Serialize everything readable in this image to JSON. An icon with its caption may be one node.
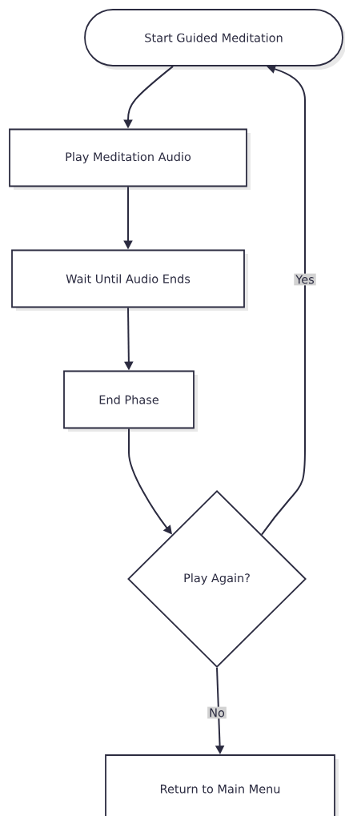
{
  "diagram": {
    "nodes": [
      {
        "text": [
          "Start Guided Meditation"
        ]
      },
      {
        "text": [
          "Play Meditation Audio"
        ]
      },
      {
        "text": [
          "Wait Until Audio Ends"
        ]
      },
      {
        "text": [
          "End Phase"
        ]
      },
      {
        "text": [
          "Play Again?"
        ]
      },
      {
        "text": [
          "Return to Main Menu"
        ]
      }
    ],
    "edges": [
      {
        "from": 0,
        "to": 1,
        "arrow": "to"
      },
      {
        "from": 1,
        "to": 2,
        "arrow": "to"
      },
      {
        "from": 2,
        "to": 3,
        "arrow": "to"
      },
      {
        "from": 3,
        "to": 4,
        "arrow": "to"
      },
      {
        "from": 4,
        "to": 0,
        "arrow": "to",
        "label": "Yes"
      },
      {
        "from": 4,
        "to": 5,
        "arrow": "to",
        "label": "No"
      }
    ]
  }
}
